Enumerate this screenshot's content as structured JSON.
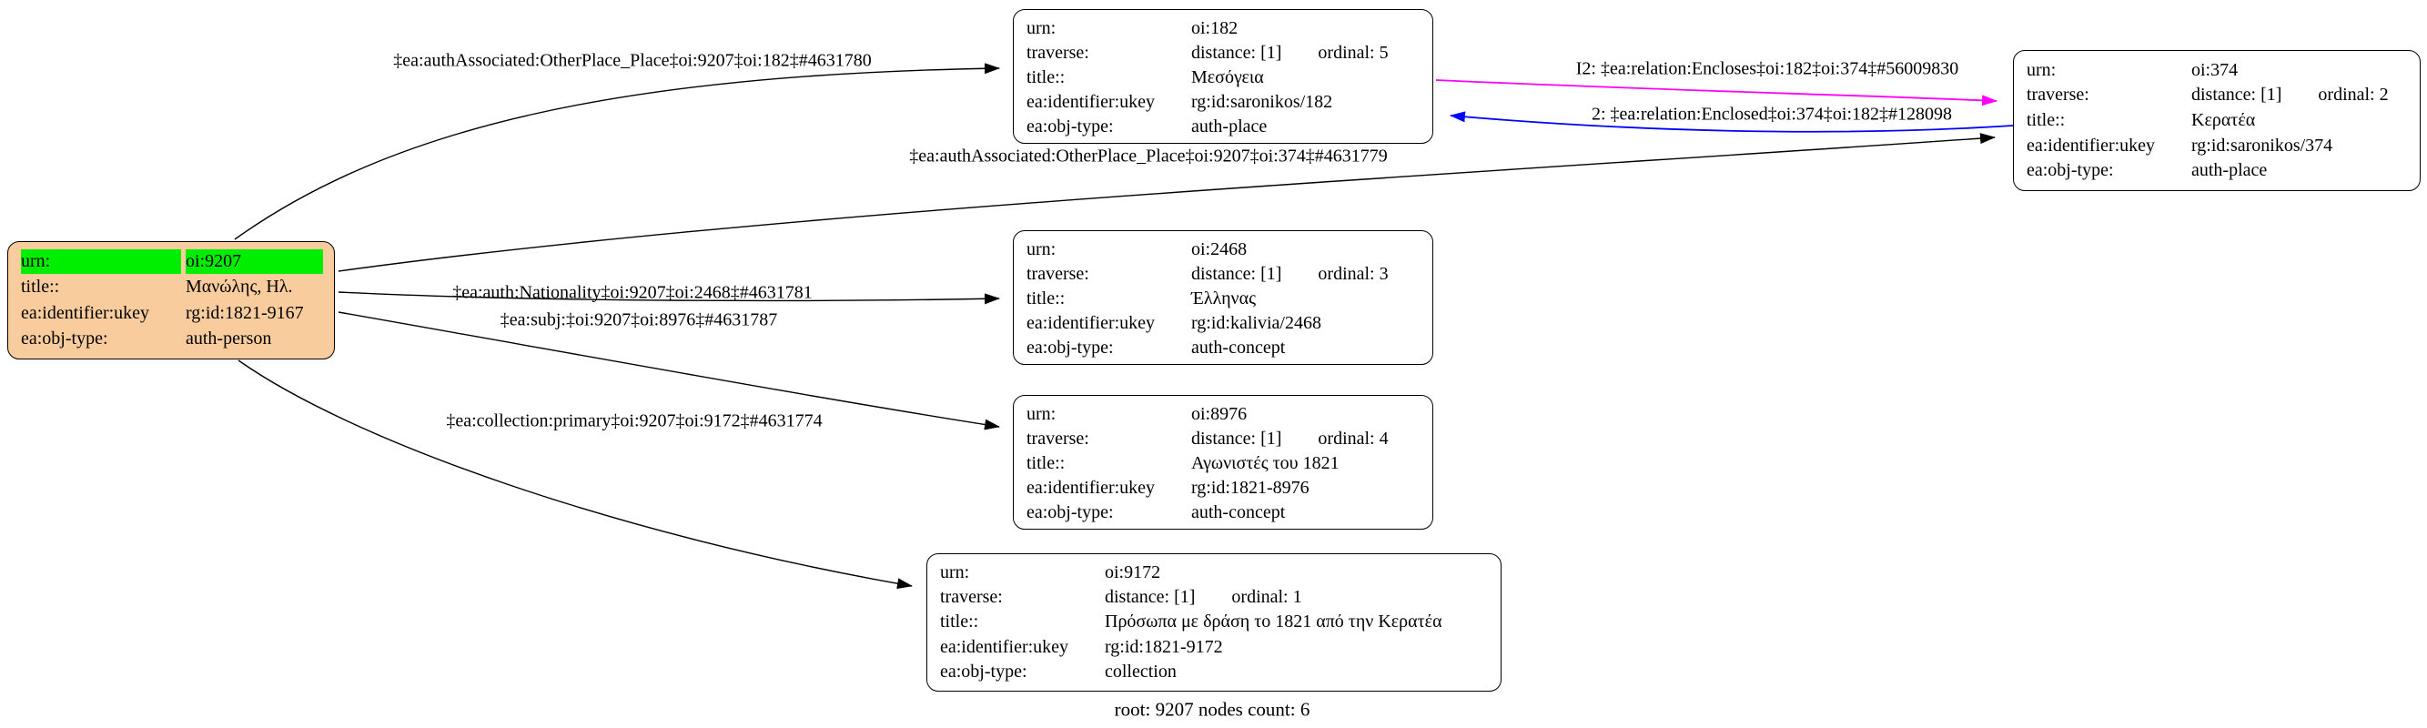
{
  "diagram": {
    "caption": "root: 9207 nodes count: 6",
    "colors": {
      "root_node_fill": "#f9cc9d",
      "urn_highlight": "#00ee00",
      "encloses_edge": "#ff00ff",
      "enclosed_edge": "#0000ff",
      "default_edge": "#000000"
    },
    "nodes": [
      {
        "id": "oi:9207",
        "rows": [
          {
            "label": "urn:",
            "value": "oi:9207"
          },
          {
            "label": "title::",
            "value": "Μανώλης, Ηλ."
          },
          {
            "label": "ea:identifier:ukey",
            "value": "rg:id:1821-9167"
          },
          {
            "label": "ea:obj-type:",
            "value": "auth-person"
          }
        ]
      },
      {
        "id": "oi:182",
        "rows": [
          {
            "label": "urn:",
            "value": "oi:182"
          },
          {
            "label": "traverse:",
            "value": "distance: [1]",
            "extra": "ordinal: 5"
          },
          {
            "label": "title::",
            "value": "Μεσόγεια"
          },
          {
            "label": "ea:identifier:ukey",
            "value": "rg:id:saronikos/182"
          },
          {
            "label": "ea:obj-type:",
            "value": "auth-place"
          }
        ]
      },
      {
        "id": "oi:374",
        "rows": [
          {
            "label": "urn:",
            "value": "oi:374"
          },
          {
            "label": "traverse:",
            "value": "distance: [1]",
            "extra": "ordinal: 2"
          },
          {
            "label": "title::",
            "value": "Κερατέα"
          },
          {
            "label": "ea:identifier:ukey",
            "value": "rg:id:saronikos/374"
          },
          {
            "label": "ea:obj-type:",
            "value": "auth-place"
          }
        ]
      },
      {
        "id": "oi:2468",
        "rows": [
          {
            "label": "urn:",
            "value": "oi:2468"
          },
          {
            "label": "traverse:",
            "value": "distance: [1]",
            "extra": "ordinal: 3"
          },
          {
            "label": "title::",
            "value": "Έλληνας"
          },
          {
            "label": "ea:identifier:ukey",
            "value": "rg:id:kalivia/2468"
          },
          {
            "label": "ea:obj-type:",
            "value": "auth-concept"
          }
        ]
      },
      {
        "id": "oi:8976",
        "rows": [
          {
            "label": "urn:",
            "value": "oi:8976"
          },
          {
            "label": "traverse:",
            "value": "distance: [1]",
            "extra": "ordinal: 4"
          },
          {
            "label": "title::",
            "value": "Αγωνιστές του 1821"
          },
          {
            "label": "ea:identifier:ukey",
            "value": "rg:id:1821-8976"
          },
          {
            "label": "ea:obj-type:",
            "value": "auth-concept"
          }
        ]
      },
      {
        "id": "oi:9172",
        "rows": [
          {
            "label": "urn:",
            "value": "oi:9172"
          },
          {
            "label": "traverse:",
            "value": "distance: [1]",
            "extra": "ordinal: 1"
          },
          {
            "label": "title::",
            "value": "Πρόσωπα με δράση το 1821 από την Κερατέα"
          },
          {
            "label": "ea:identifier:ukey",
            "value": "rg:id:1821-9172"
          },
          {
            "label": "ea:obj-type:",
            "value": "collection"
          }
        ]
      }
    ],
    "edge_labels": {
      "assoc_place_182": "‡ea:authAssociated:OtherPlace_Place‡oi:9207‡oi:182‡#4631780",
      "assoc_place_374": "‡ea:authAssociated:OtherPlace_Place‡oi:9207‡oi:374‡#4631779",
      "encloses": "I2: ‡ea:relation:Encloses‡oi:182‡oi:374‡#56009830",
      "enclosed": "2: ‡ea:relation:Enclosed‡oi:374‡oi:182‡#128098",
      "nationality": "‡ea:auth:Nationality‡oi:9207‡oi:2468‡#4631781",
      "subj": "‡ea:subj:‡oi:9207‡oi:8976‡#4631787",
      "collection_primary": "‡ea:collection:primary‡oi:9207‡oi:9172‡#4631774"
    }
  }
}
